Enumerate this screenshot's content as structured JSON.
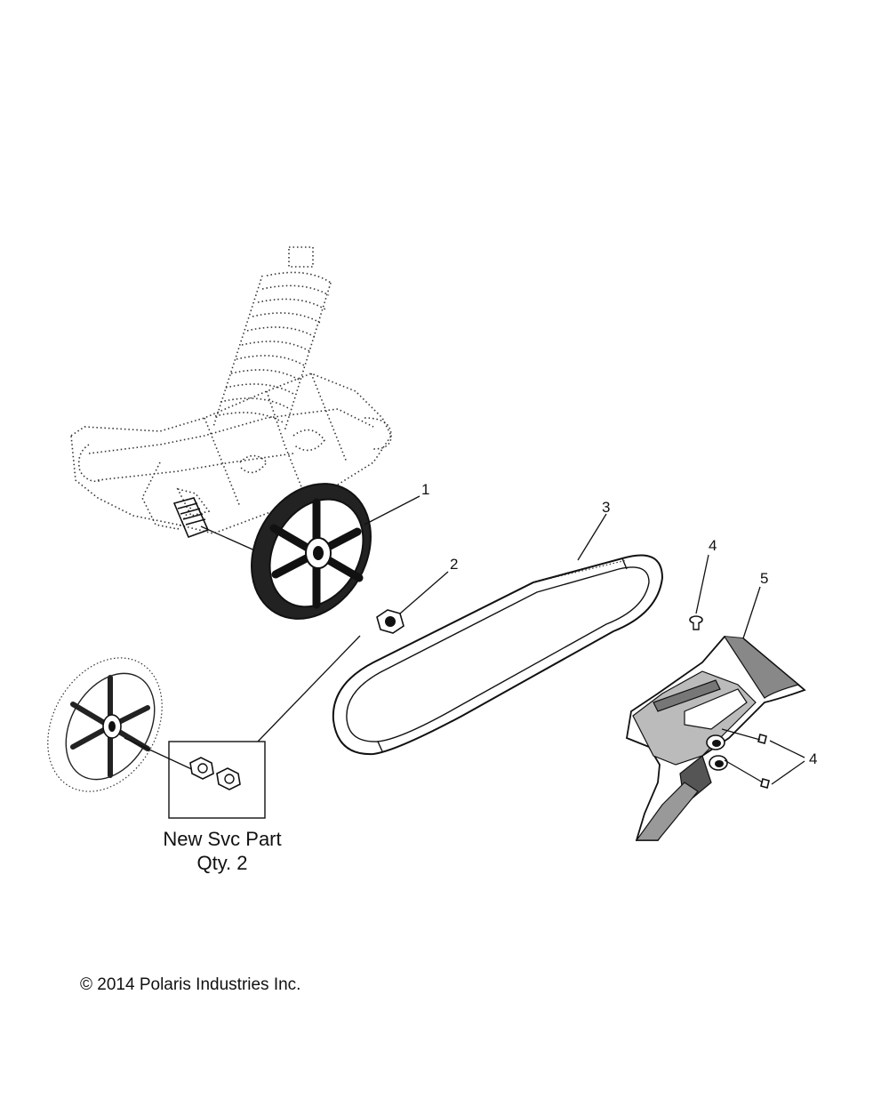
{
  "callouts": {
    "c1": "1",
    "c2": "2",
    "c3": "3",
    "c4a": "4",
    "c5": "5",
    "c4b": "4"
  },
  "inset_note": {
    "line1": "New Svc Part",
    "line2": "Qty. 2"
  },
  "copyright": "© 2014 Polaris Industries Inc."
}
